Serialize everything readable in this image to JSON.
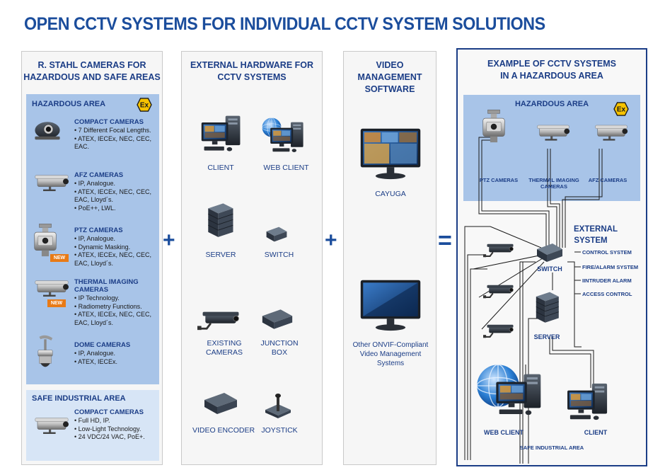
{
  "title": "OPEN CCTV SYSTEMS FOR INDIVIDUAL CCTV SYSTEM SOLUTIONS",
  "panel1": {
    "title_line1": "R. STAHL CAMERAS FOR",
    "title_line2": "HAZARDOUS AND SAFE AREAS",
    "hazardous_title": "HAZARDOUS AREA",
    "safe_title": "SAFE INDUSTRIAL AREA",
    "new_badge": "NEW",
    "cameras": [
      {
        "name1": "COMPACT CAMERAS",
        "name2": "",
        "specs": [
          "• 7 Different Focal Lengths.",
          "• ATEX, IECEx, NEC, CEC,",
          "   EAC."
        ]
      },
      {
        "name1": "AFZ CAMERAS",
        "name2": "",
        "specs": [
          "• IP, Analogue.",
          "• ATEX, IECEx, NEC, CEC,",
          "   EAC, Lloyd´s.",
          "• PoE++, LWL."
        ]
      },
      {
        "name1": "PTZ CAMERAS",
        "name2": "",
        "specs": [
          "• IP, Analogue.",
          "• Dynamic Masking.",
          "• ATEX, IECEx, NEC, CEC,",
          "   EAC, Lloyd´s."
        ]
      },
      {
        "name1": "THERMAL IMAGING",
        "name2": "CAMERAS",
        "specs": [
          "• IP Technology.",
          "• Radiometry Functions.",
          "• ATEX, IECEx, NEC, CEC,",
          "   EAC, Lloyd´s."
        ]
      },
      {
        "name1": "DOME CAMERAS",
        "name2": "",
        "specs": [
          "• IP, Analogue.",
          "• ATEX, IECEx."
        ]
      }
    ],
    "safe_camera": {
      "name1": "COMPACT CAMERAS",
      "specs": [
        "• Full HD, IP.",
        "• Low-Light Technology.",
        "• 24 VDC/24 VAC, PoE+."
      ]
    }
  },
  "panel2": {
    "title_line1": "EXTERNAL HARDWARE FOR",
    "title_line2": "CCTV SYSTEMS",
    "items": [
      {
        "label1": "CLIENT",
        "label2": ""
      },
      {
        "label1": "WEB CLIENT",
        "label2": ""
      },
      {
        "label1": "SERVER",
        "label2": ""
      },
      {
        "label1": "SWITCH",
        "label2": ""
      },
      {
        "label1": "EXISTING",
        "label2": "CAMERAS"
      },
      {
        "label1": "JUNCTION",
        "label2": "BOX"
      },
      {
        "label1": "VIDEO ENCODER",
        "label2": ""
      },
      {
        "label1": "JOYSTICK",
        "label2": ""
      }
    ]
  },
  "panel3": {
    "title_line1": "VIDEO",
    "title_line2": "MANAGEMENT",
    "title_line3": "SOFTWARE",
    "item1": "CAYUGA",
    "item2_line1": "Other ONVIF-Compliant",
    "item2_line2": "Video Management",
    "item2_line3": "Systems"
  },
  "operators": {
    "plus": "+",
    "equals": "="
  },
  "panel4": {
    "title_line1": "EXAMPLE OF CCTV SYSTEMS",
    "title_line2": "IN A HAZARDOUS AREA",
    "hazardous_title": "HAZARDOUS AREA",
    "ptz": "PTZ CAMERAS",
    "thermal1": "THERMAL IMAGING",
    "thermal2": "CAMERAS",
    "afz": "AFZ CAMERAS",
    "external1": "EXTERNAL",
    "external2": "SYSTEM",
    "switch": "SWITCH",
    "server": "SERVER",
    "ext_items": [
      "CONTROL SYSTEM",
      "FIRE/ALARM SYSTEM",
      "IINTRUDER ALARM",
      "ACCESS CONTROL"
    ],
    "web_client": "WEB CLIENT",
    "client": "CLIENT",
    "safe_title": "SAFE INDUSTRIAL AREA"
  },
  "colors": {
    "brand_blue": "#1b4d9c",
    "hazard_blue": "#a8c4e8",
    "safe_blue": "#d7e5f6",
    "ex_yellow": "#f6c200",
    "new_orange": "#e87a16"
  }
}
